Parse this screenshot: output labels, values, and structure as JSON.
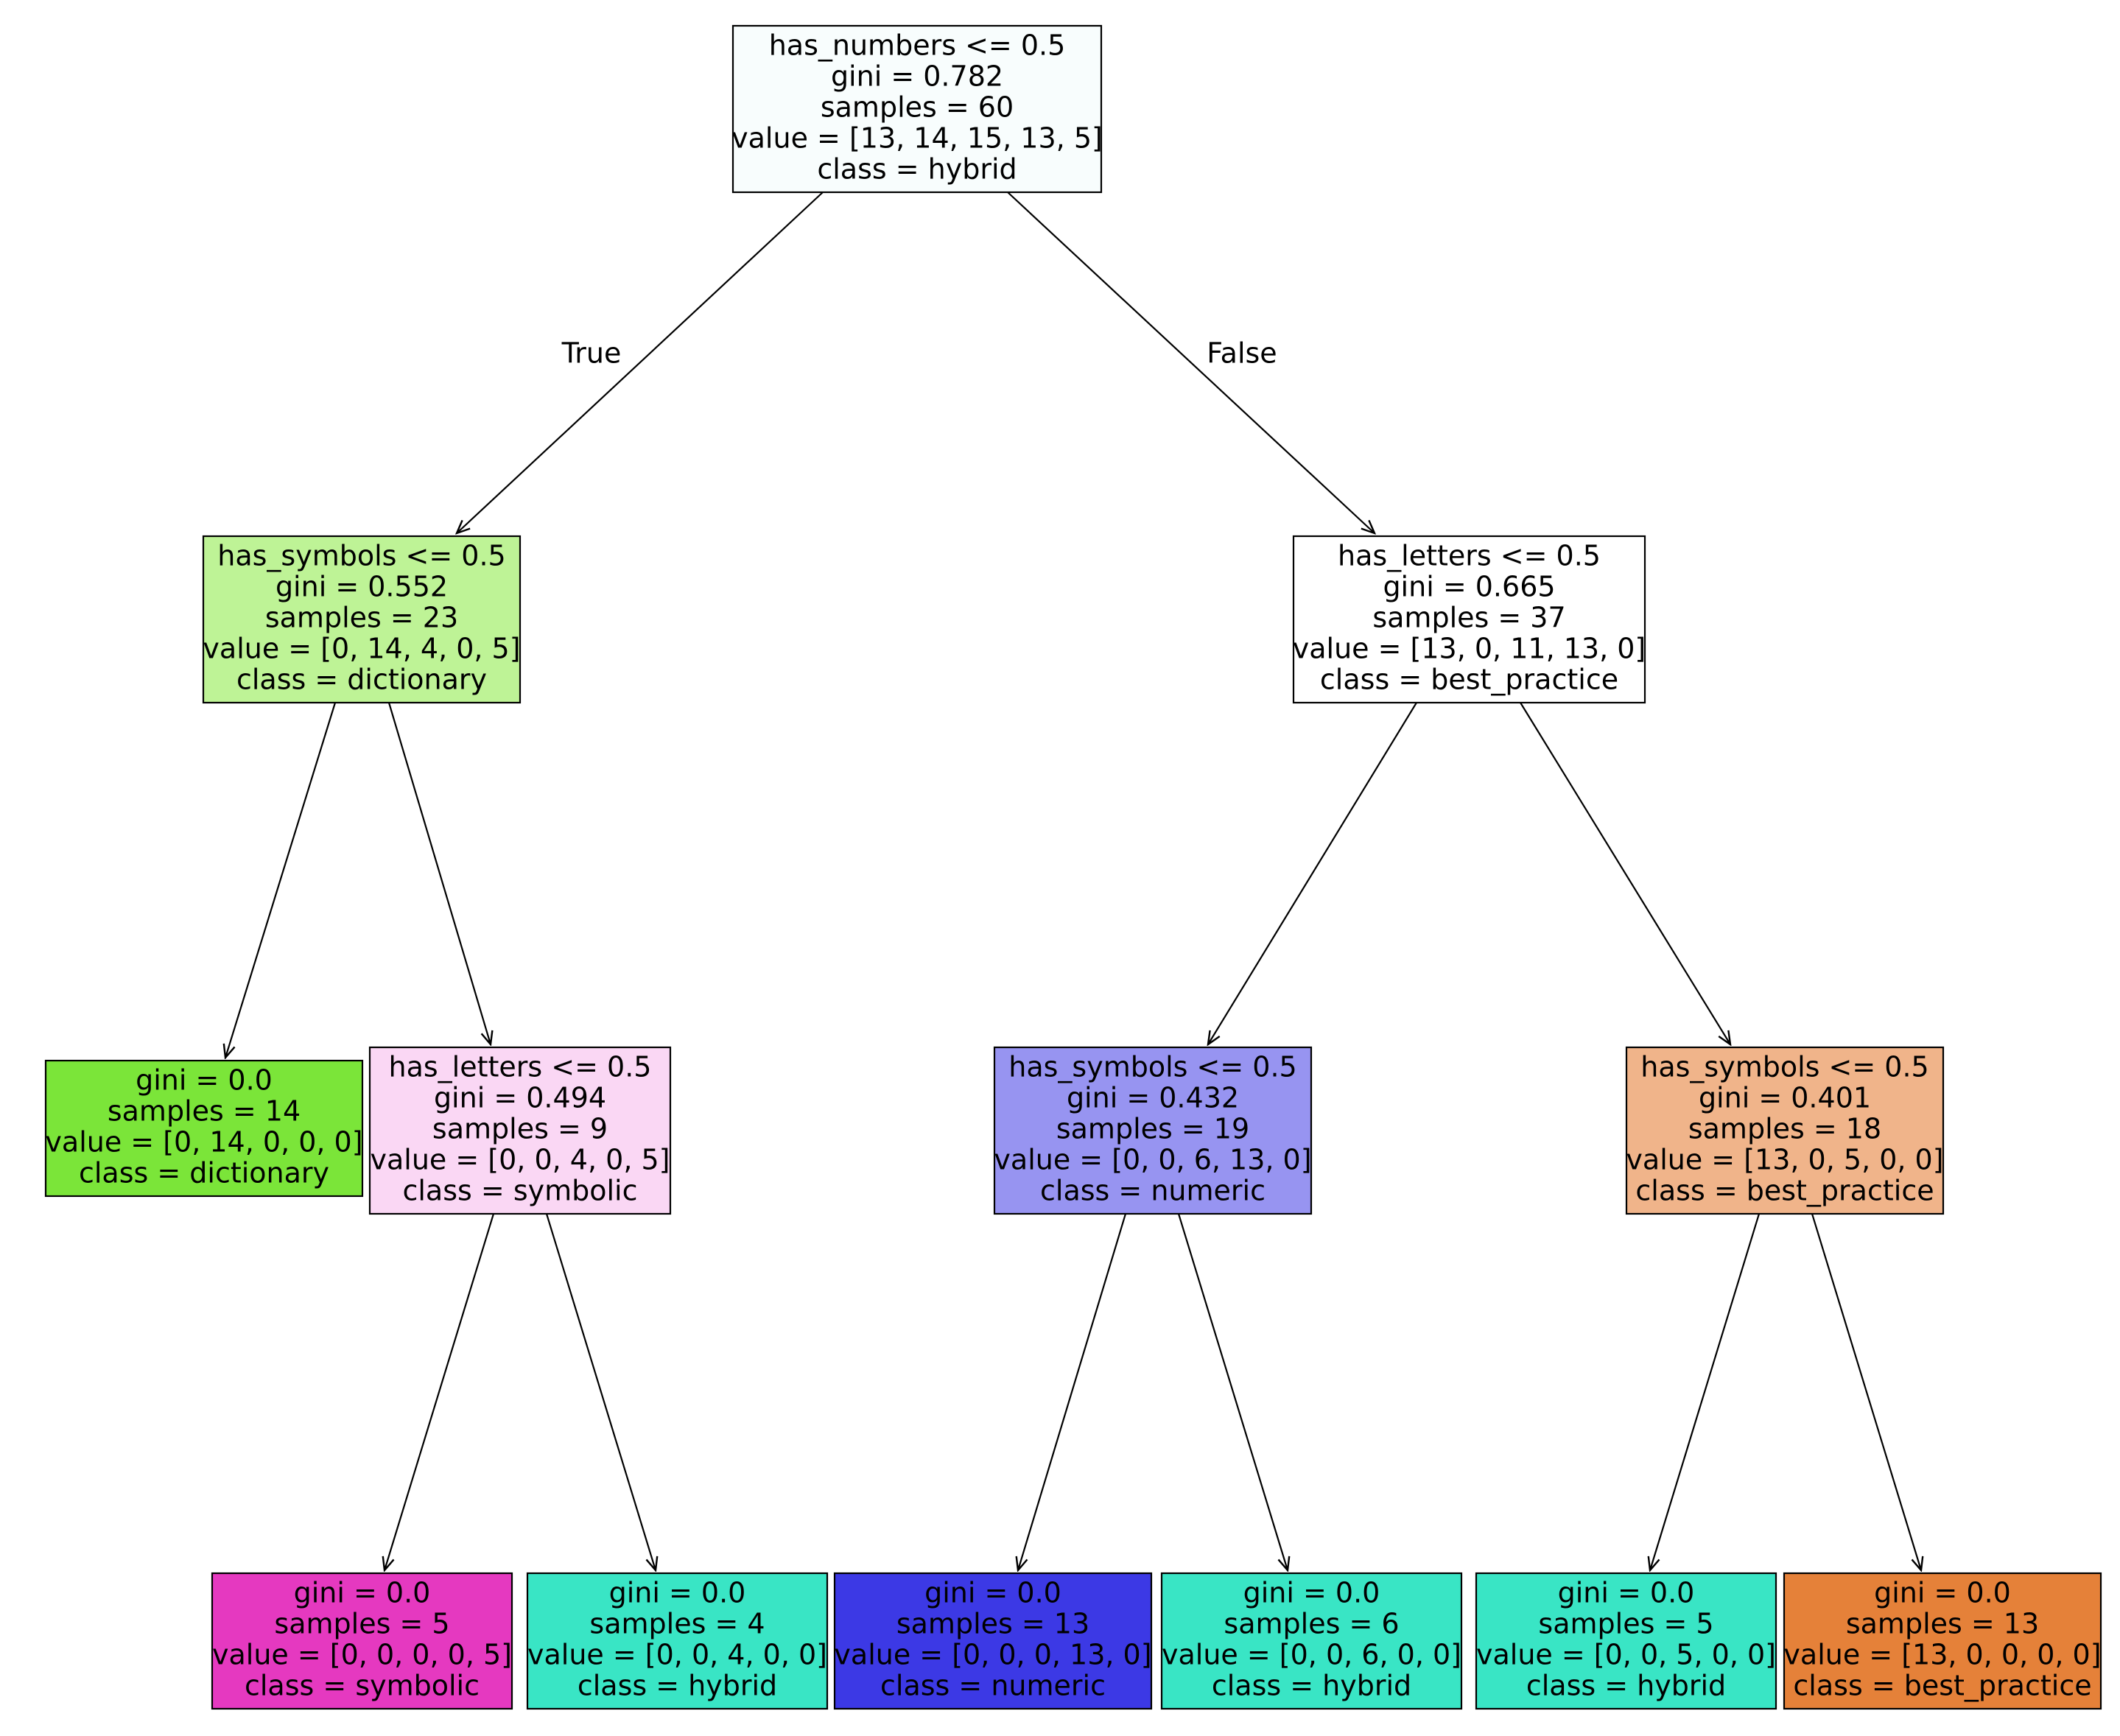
{
  "tree": {
    "nodes": [
      {
        "id": "n0",
        "lines": [
          "has_numbers <= 0.5",
          "gini = 0.782",
          "samples = 60",
          "value = [13, 14, 15, 13, 5]",
          "class = hybrid"
        ],
        "fill": "#f8fdfd"
      },
      {
        "id": "n1",
        "lines": [
          "has_symbols <= 0.5",
          "gini = 0.552",
          "samples = 23",
          "value = [0, 14, 4, 0, 5]",
          "class = dictionary"
        ],
        "fill": "#bef396"
      },
      {
        "id": "n2",
        "lines": [
          "gini = 0.0",
          "samples = 14",
          "value = [0, 14, 0, 0, 0]",
          "class = dictionary"
        ],
        "fill": "#7be539"
      },
      {
        "id": "n3",
        "lines": [
          "has_letters <= 0.5",
          "gini = 0.494",
          "samples = 9",
          "value = [0, 0, 4, 0, 5]",
          "class = symbolic"
        ],
        "fill": "#fad7f4"
      },
      {
        "id": "n4",
        "lines": [
          "gini = 0.0",
          "samples = 5",
          "value = [0, 0, 0, 0, 5]",
          "class = symbolic"
        ],
        "fill": "#e539c0"
      },
      {
        "id": "n5",
        "lines": [
          "gini = 0.0",
          "samples = 4",
          "value = [0, 0, 4, 0, 0]",
          "class = hybrid"
        ],
        "fill": "#39e5c5"
      },
      {
        "id": "n6",
        "lines": [
          "has_letters <= 0.5",
          "gini = 0.665",
          "samples = 37",
          "value = [13, 0, 11, 13, 0]",
          "class = best_practice"
        ],
        "fill": "#ffffff"
      },
      {
        "id": "n7",
        "lines": [
          "has_symbols <= 0.5",
          "gini = 0.432",
          "samples = 19",
          "value = [0, 0, 6, 13, 0]",
          "class = numeric"
        ],
        "fill": "#9794f1"
      },
      {
        "id": "n8",
        "lines": [
          "gini = 0.0",
          "samples = 13",
          "value = [0, 0, 0, 13, 0]",
          "class = numeric"
        ],
        "fill": "#3c39e5"
      },
      {
        "id": "n9",
        "lines": [
          "gini = 0.0",
          "samples = 6",
          "value = [0, 0, 6, 0, 0]",
          "class = hybrid"
        ],
        "fill": "#39e5c5"
      },
      {
        "id": "n10",
        "lines": [
          "has_symbols <= 0.5",
          "gini = 0.401",
          "samples = 18",
          "value = [13, 0, 5, 0, 0]",
          "class = best_practice"
        ],
        "fill": "#f0b48a"
      },
      {
        "id": "n11",
        "lines": [
          "gini = 0.0",
          "samples = 5",
          "value = [0, 0, 5, 0, 0]",
          "class = hybrid"
        ],
        "fill": "#39e5c5"
      },
      {
        "id": "n12",
        "lines": [
          "gini = 0.0",
          "samples = 13",
          "value = [13, 0, 0, 0, 0]",
          "class = best_practice"
        ],
        "fill": "#e58139"
      }
    ],
    "edges": [
      {
        "from": "n0",
        "to": "n1",
        "label": "True"
      },
      {
        "from": "n0",
        "to": "n6",
        "label": "False"
      },
      {
        "from": "n1",
        "to": "n2"
      },
      {
        "from": "n1",
        "to": "n3"
      },
      {
        "from": "n3",
        "to": "n4"
      },
      {
        "from": "n3",
        "to": "n5"
      },
      {
        "from": "n6",
        "to": "n7"
      },
      {
        "from": "n6",
        "to": "n10"
      },
      {
        "from": "n7",
        "to": "n8"
      },
      {
        "from": "n7",
        "to": "n9"
      },
      {
        "from": "n10",
        "to": "n11"
      },
      {
        "from": "n10",
        "to": "n12"
      }
    ]
  }
}
